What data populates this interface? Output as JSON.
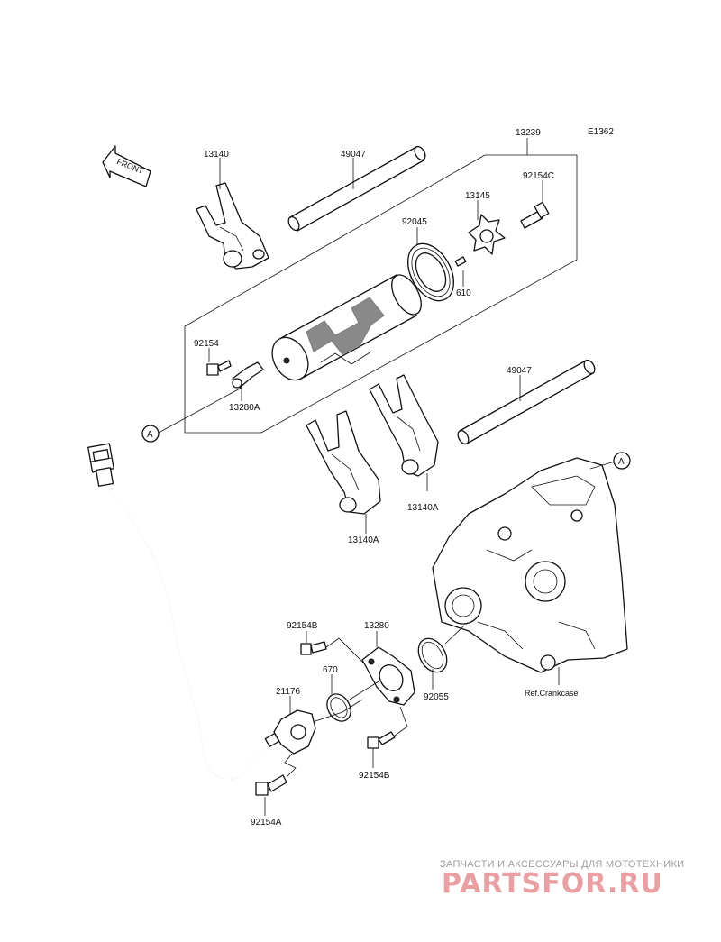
{
  "diagram_code": "E1362",
  "front_arrow": "FRONT",
  "parts": {
    "fork_top": "13140",
    "rod_top": "49047",
    "drum_assy": "13239",
    "bolt_c": "92154C",
    "holder_13145": "13145",
    "bearing": "92045",
    "pin": "610",
    "bolt_92154": "92154",
    "sensor_13280a": "13280A",
    "rod_right": "49047",
    "fork_right": "13140A",
    "fork_left": "13140A",
    "bolt_b_top": "92154B",
    "holder_13280": "13280",
    "oring_670": "670",
    "sensor_21176": "21176",
    "oring_92055": "92055",
    "bolt_b_bottom": "92154B",
    "bolt_a": "92154A",
    "ref_crankcase": "Ref.Crankcase"
  },
  "callout_a": "A",
  "watermark": {
    "tagline": "ЗАПЧАСТИ И АКСЕССУАРЫ ДЛЯ МОТОТЕХНИКИ",
    "brand": "PARTSFOR.RU"
  }
}
